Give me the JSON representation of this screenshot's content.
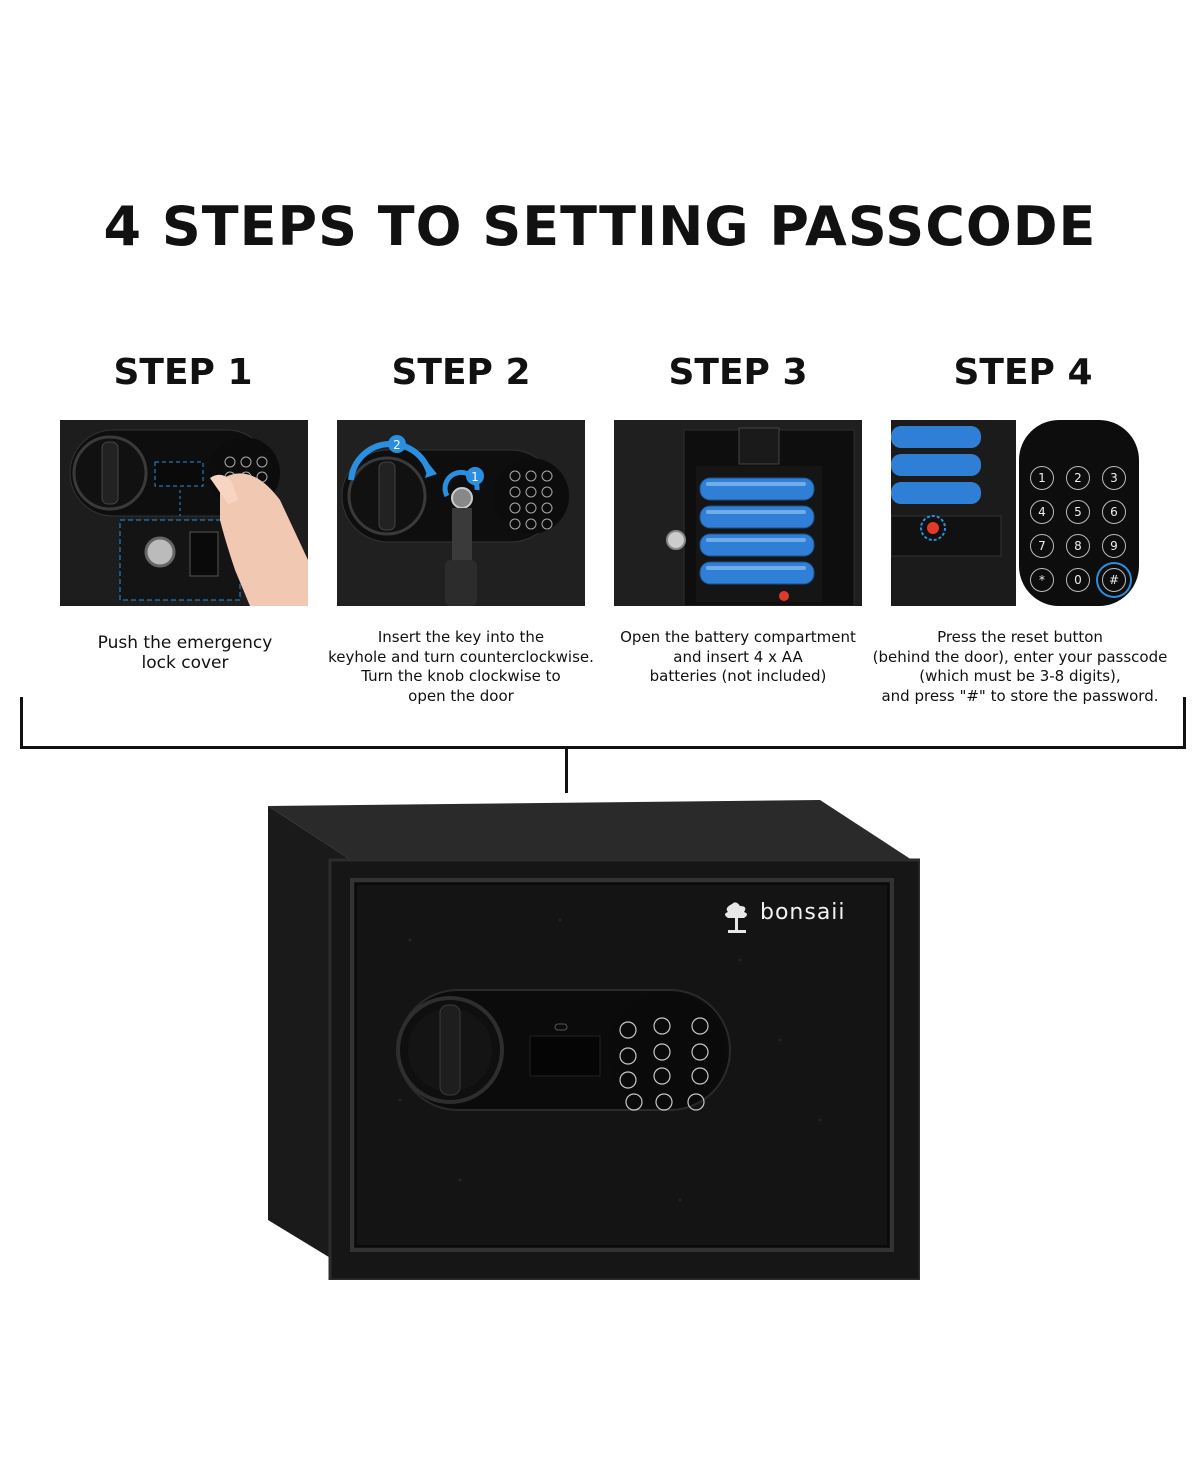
{
  "title": "4 STEPS TO SETTING PASSCODE",
  "steps": [
    {
      "label": "STEP 1",
      "caption": [
        "Push the emergency",
        "lock cover"
      ]
    },
    {
      "label": "STEP 2",
      "caption": [
        "Insert the key into the",
        "keyhole and turn counterclockwise.",
        "Turn the knob clockwise to",
        "open the door"
      ]
    },
    {
      "label": "STEP 3",
      "caption": [
        "Open the battery compartment",
        "and insert 4 x AA",
        "batteries (not included)"
      ]
    },
    {
      "label": "STEP 4",
      "caption": [
        "Press the reset button",
        "(behind the door), enter your passcode",
        "(which must be 3-8 digits),",
        "and press \"#\" to store the password."
      ]
    }
  ],
  "step2_markers": [
    "2",
    "1"
  ],
  "keypad_keys": [
    "1",
    "2",
    "3",
    "4",
    "5",
    "6",
    "7",
    "8",
    "9",
    "*",
    "0",
    "#"
  ],
  "brand": "bonsaii",
  "colors": {
    "accent_blue": "#2a8fe0",
    "safe_black": "#161616",
    "battery_blue": "#2f7fd6",
    "reset_red": "#e23a2a"
  }
}
